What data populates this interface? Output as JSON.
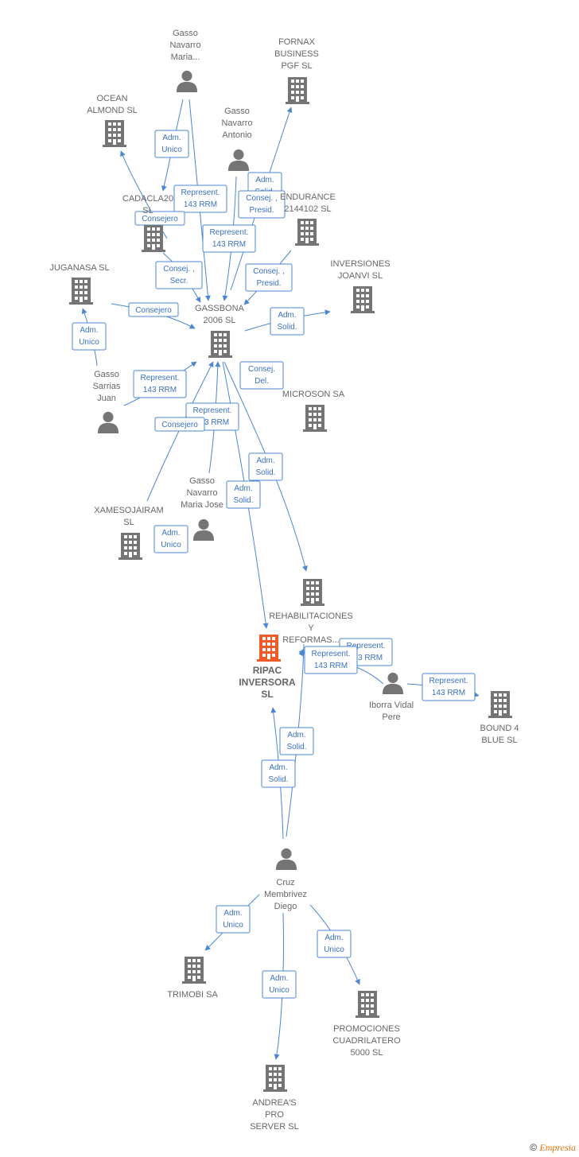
{
  "colors": {
    "edge": "#4a86d4",
    "node": "#757575",
    "main_node": "#f05a28",
    "label": "#666666"
  },
  "nodes": [
    {
      "id": "gasso_maria",
      "kind": "person",
      "lines": [
        "Gasso",
        "Navarro",
        "Maria..."
      ]
    },
    {
      "id": "fornax",
      "kind": "company",
      "lines": [
        "FORNAX",
        "BUSINESS",
        "PGF  SL"
      ]
    },
    {
      "id": "ocean",
      "kind": "company",
      "lines": [
        "OCEAN",
        "ALMOND  SL"
      ]
    },
    {
      "id": "gasso_antonio",
      "kind": "person",
      "lines": [
        "Gasso",
        "Navarro",
        "Antonio"
      ]
    },
    {
      "id": "cadacla",
      "kind": "company",
      "lines": [
        "CADACLA20",
        "SL"
      ]
    },
    {
      "id": "endurance",
      "kind": "company",
      "lines": [
        "ENDURANCE",
        "2144102  SL"
      ]
    },
    {
      "id": "juganasa",
      "kind": "company",
      "lines": [
        "JUGANASA  SL"
      ]
    },
    {
      "id": "inversiones",
      "kind": "company",
      "lines": [
        "INVERSIONES",
        "JOANVI SL"
      ]
    },
    {
      "id": "gassbona",
      "kind": "company",
      "lines": [
        "GASSBONA",
        "2006 SL"
      ]
    },
    {
      "id": "gasso_juan",
      "kind": "person",
      "lines": [
        "Gasso",
        "Sarrias",
        "Juan"
      ]
    },
    {
      "id": "microson",
      "kind": "company",
      "lines": [
        "MICROSON SA"
      ]
    },
    {
      "id": "gasso_jose",
      "kind": "person",
      "lines": [
        "Gasso",
        "Navarro",
        "Maria Jose"
      ]
    },
    {
      "id": "xamesojairam",
      "kind": "company",
      "lines": [
        "XAMESOJAIRAM",
        "SL"
      ]
    },
    {
      "id": "rehabilitaciones",
      "kind": "company",
      "lines": [
        "REHABILITACIONES",
        "Y",
        "REFORMAS..."
      ]
    },
    {
      "id": "ripac",
      "kind": "main",
      "lines": [
        "RIPAC",
        "INVERSORA",
        "SL"
      ]
    },
    {
      "id": "iborra",
      "kind": "person",
      "lines": [
        "Iborra Vidal",
        "Pere"
      ]
    },
    {
      "id": "bound4",
      "kind": "company",
      "lines": [
        "BOUND 4",
        "BLUE  SL"
      ]
    },
    {
      "id": "cruz",
      "kind": "person",
      "lines": [
        "Cruz",
        "Membrivez",
        "Diego"
      ]
    },
    {
      "id": "trimobi",
      "kind": "company",
      "lines": [
        "TRIMOBI SA"
      ]
    },
    {
      "id": "promociones",
      "kind": "company",
      "lines": [
        "PROMOCIONES",
        "CUADRILATERO",
        "5000 SL"
      ]
    },
    {
      "id": "andreas",
      "kind": "company",
      "lines": [
        "ANDREA'S",
        "PRO",
        "SERVER  SL"
      ]
    }
  ],
  "edge_labels": [
    {
      "id": "l1",
      "lines": [
        "Adm.",
        "Unico"
      ]
    },
    {
      "id": "l2",
      "lines": [
        "Represent.",
        "143 RRM"
      ]
    },
    {
      "id": "l3",
      "lines": [
        "Adm.",
        "Solid."
      ]
    },
    {
      "id": "l4",
      "lines": [
        "Consej. ,",
        "Presid."
      ]
    },
    {
      "id": "l5",
      "lines": [
        "Consejero"
      ]
    },
    {
      "id": "l6",
      "lines": [
        "Represent.",
        "143 RRM"
      ]
    },
    {
      "id": "l7",
      "lines": [
        "Consej. ,",
        "Secr."
      ]
    },
    {
      "id": "l8",
      "lines": [
        "Consej. ,",
        "Presid."
      ]
    },
    {
      "id": "l9",
      "lines": [
        "Consejero"
      ]
    },
    {
      "id": "l10",
      "lines": [
        "Adm.",
        "Solid."
      ]
    },
    {
      "id": "l11",
      "lines": [
        "Adm.",
        "Unico"
      ]
    },
    {
      "id": "l12",
      "lines": [
        "Represent.",
        "143 RRM"
      ]
    },
    {
      "id": "l13",
      "lines": [
        "Consej.",
        "Del."
      ]
    },
    {
      "id": "l14",
      "lines": [
        "Represent.",
        "143 RRM"
      ]
    },
    {
      "id": "l15",
      "lines": [
        "Consejero"
      ]
    },
    {
      "id": "l16",
      "lines": [
        "Adm.",
        "Solid."
      ]
    },
    {
      "id": "l17",
      "lines": [
        "Adm.",
        "Solid."
      ]
    },
    {
      "id": "l18",
      "lines": [
        "Adm.",
        "Unico"
      ]
    },
    {
      "id": "l19",
      "lines": [
        "Represent.",
        "143 RRM"
      ]
    },
    {
      "id": "l20",
      "lines": [
        "Represent.",
        "143 RRM"
      ]
    },
    {
      "id": "l21",
      "lines": [
        "Represent.",
        "143 RRM"
      ]
    },
    {
      "id": "l22",
      "lines": [
        "Adm.",
        "Solid."
      ]
    },
    {
      "id": "l23",
      "lines": [
        "Adm.",
        "Solid."
      ]
    },
    {
      "id": "l24",
      "lines": [
        "Adm.",
        "Unico"
      ]
    },
    {
      "id": "l25",
      "lines": [
        "Adm.",
        "Unico"
      ]
    },
    {
      "id": "l26",
      "lines": [
        "Adm.",
        "Unico"
      ]
    }
  ],
  "footer": {
    "copyright": "©",
    "brand": "Empresia"
  }
}
